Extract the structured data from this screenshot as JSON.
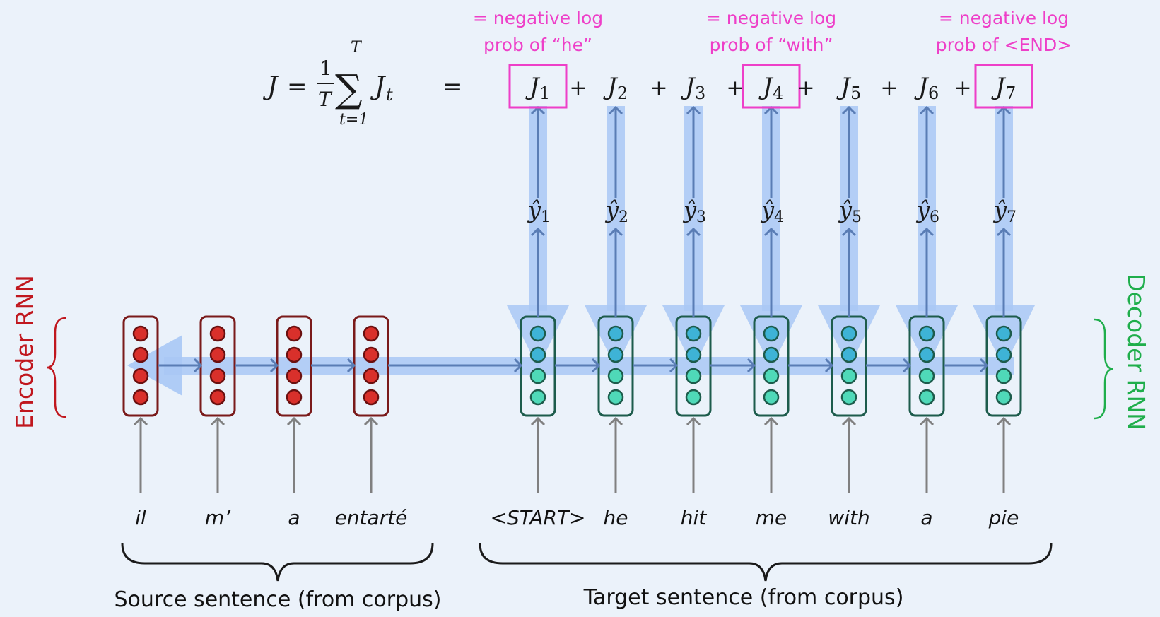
{
  "loss_equation": {
    "lhs": "J",
    "equals": "=",
    "fraction_numerator": "1",
    "fraction_denominator": "T",
    "sum_symbol": "∑",
    "sum_upper": "T",
    "sum_lower": "t=1",
    "summand": "J",
    "summand_subscript": "t",
    "second_equals": "=",
    "plus": "+",
    "terms": [
      {
        "symbol": "J",
        "subscript": "1",
        "highlighted": true
      },
      {
        "symbol": "J",
        "subscript": "2",
        "highlighted": false
      },
      {
        "symbol": "J",
        "subscript": "3",
        "highlighted": false
      },
      {
        "symbol": "J",
        "subscript": "4",
        "highlighted": true
      },
      {
        "symbol": "J",
        "subscript": "5",
        "highlighted": false
      },
      {
        "symbol": "J",
        "subscript": "6",
        "highlighted": false
      },
      {
        "symbol": "J",
        "subscript": "7",
        "highlighted": true
      }
    ]
  },
  "annotations": [
    {
      "term": 1,
      "line1": "= negative log",
      "line2": "prob of “he”"
    },
    {
      "term": 4,
      "line1": "= negative log",
      "line2": "prob of “with”"
    },
    {
      "term": 7,
      "line1": "= negative log",
      "line2": "prob of <END>"
    }
  ],
  "outputs": [
    {
      "symbol": "ŷ",
      "subscript": "1"
    },
    {
      "symbol": "ŷ",
      "subscript": "2"
    },
    {
      "symbol": "ŷ",
      "subscript": "3"
    },
    {
      "symbol": "ŷ",
      "subscript": "4"
    },
    {
      "symbol": "ŷ",
      "subscript": "5"
    },
    {
      "symbol": "ŷ",
      "subscript": "6"
    },
    {
      "symbol": "ŷ",
      "subscript": "7"
    }
  ],
  "encoder": {
    "label": "Encoder RNN",
    "color": "#c0171e",
    "words": [
      "il",
      "m’",
      "a",
      "entarté"
    ],
    "caption": "Source sentence (from corpus)"
  },
  "decoder": {
    "label": "Decoder RNN",
    "color": "#1fae4b",
    "words": [
      "<START>",
      "he",
      "hit",
      "me",
      "with",
      "a",
      "pie"
    ],
    "caption": "Target sentence (from corpus)"
  },
  "colors": {
    "background": "#ebf2fa",
    "highlight_box": "#ee3fc8",
    "gradient_flow": "#a9c8f5",
    "arrow": "#5a7db5",
    "input_arrow": "#808080",
    "encoder_neuron": "#d9302b",
    "decoder_neuron_top": "#3eb3d6",
    "decoder_neuron_bottom": "#4fd9b8",
    "decoder_border": "#1d5c4c",
    "encoder_border": "#7a1a1a"
  }
}
